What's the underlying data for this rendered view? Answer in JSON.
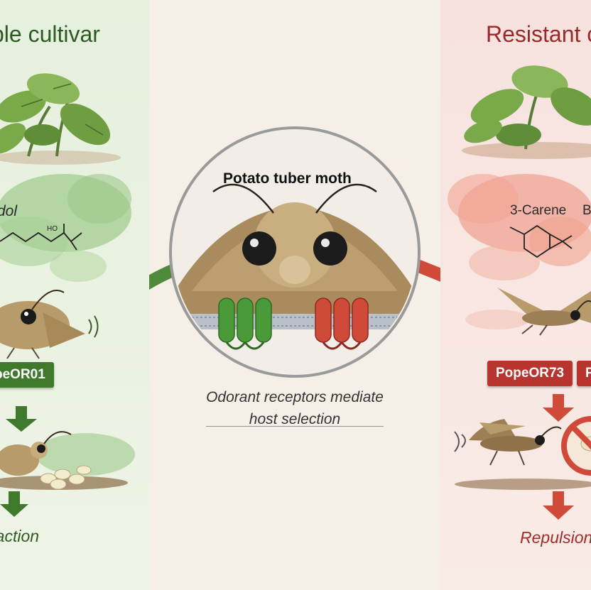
{
  "left_panel": {
    "title": "ble cultivar",
    "chemical": "dol",
    "chemical_formula_fragment": "HO",
    "receptor": "peOR01",
    "outcome": "raction",
    "accent_color": "#3f7a2c"
  },
  "center_panel": {
    "title": "Potato tuber moth",
    "caption": "Odorant receptors mediate host selection",
    "green_receptor_color": "#4a9a3a",
    "red_receptor_color": "#d04a3a"
  },
  "right_panel": {
    "title": "Resistant c",
    "chemical_1": "3-Carene",
    "chemical_2": "B",
    "receptor_1": "PopeOR73",
    "receptor_2": "Po",
    "outcome": "Repulsion",
    "accent_color": "#b8342e"
  }
}
